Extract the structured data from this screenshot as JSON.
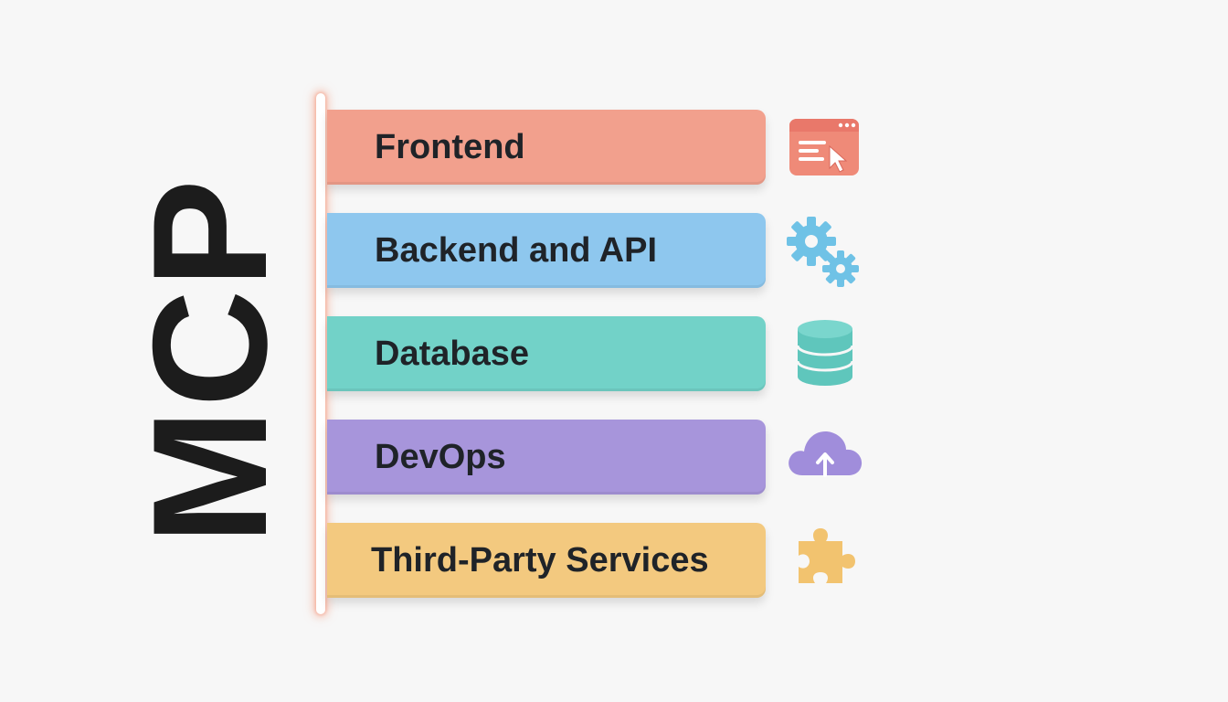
{
  "title": "MCP",
  "layers": [
    {
      "label": "Frontend",
      "color": "#f2a08d",
      "icon": "browser-window-icon",
      "icon_color": "#ef8a78"
    },
    {
      "label": "Backend and API",
      "color": "#8ec7ee",
      "icon": "gears-icon",
      "icon_color": "#6fc2e6"
    },
    {
      "label": "Database",
      "color": "#72d2c8",
      "icon": "database-icon",
      "icon_color": "#5fc6bc"
    },
    {
      "label": "DevOps",
      "color": "#a795db",
      "icon": "cloud-upload-icon",
      "icon_color": "#a08ddb"
    },
    {
      "label": "Third-Party Services",
      "color": "#f3c97f",
      "icon": "puzzle-piece-icon",
      "icon_color": "#f2c36f"
    }
  ]
}
